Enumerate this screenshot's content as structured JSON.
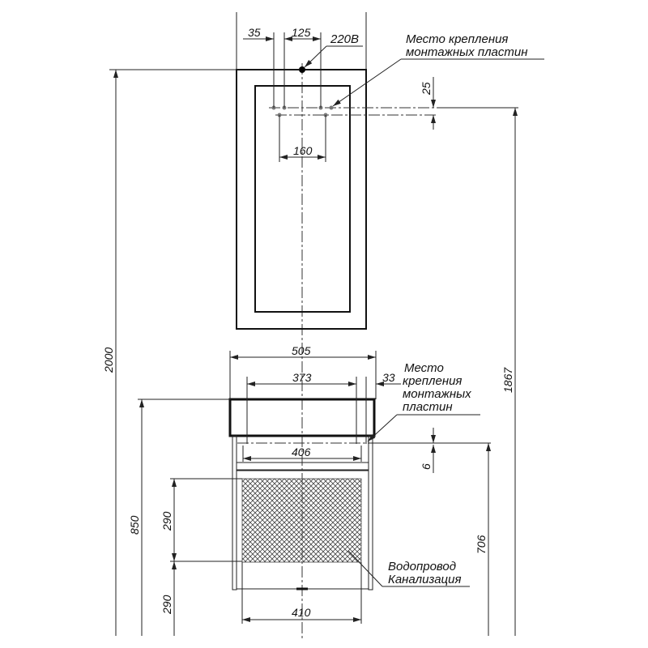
{
  "mirror": {
    "dims": {
      "d35": "35",
      "d125": "125",
      "d160": "160",
      "d25": "25",
      "d2000": "2000",
      "d1867": "1867"
    },
    "power_label": "220В",
    "mount_label_line1": "Место крепления",
    "mount_label_line2": "монтажных пластин"
  },
  "cabinet": {
    "dims": {
      "d505": "505",
      "d373": "373",
      "d33": "33",
      "d406": "406",
      "d6": "6",
      "d706": "706",
      "d850": "850",
      "d290a": "290",
      "d290b": "290",
      "d410": "410"
    },
    "mount_label": [
      "Место",
      "крепления",
      "монтажных",
      "пластин"
    ],
    "pipes_label": [
      "Водопровод",
      "Канализация"
    ]
  },
  "colors": {
    "line": "#222222",
    "background": "#ffffff"
  }
}
